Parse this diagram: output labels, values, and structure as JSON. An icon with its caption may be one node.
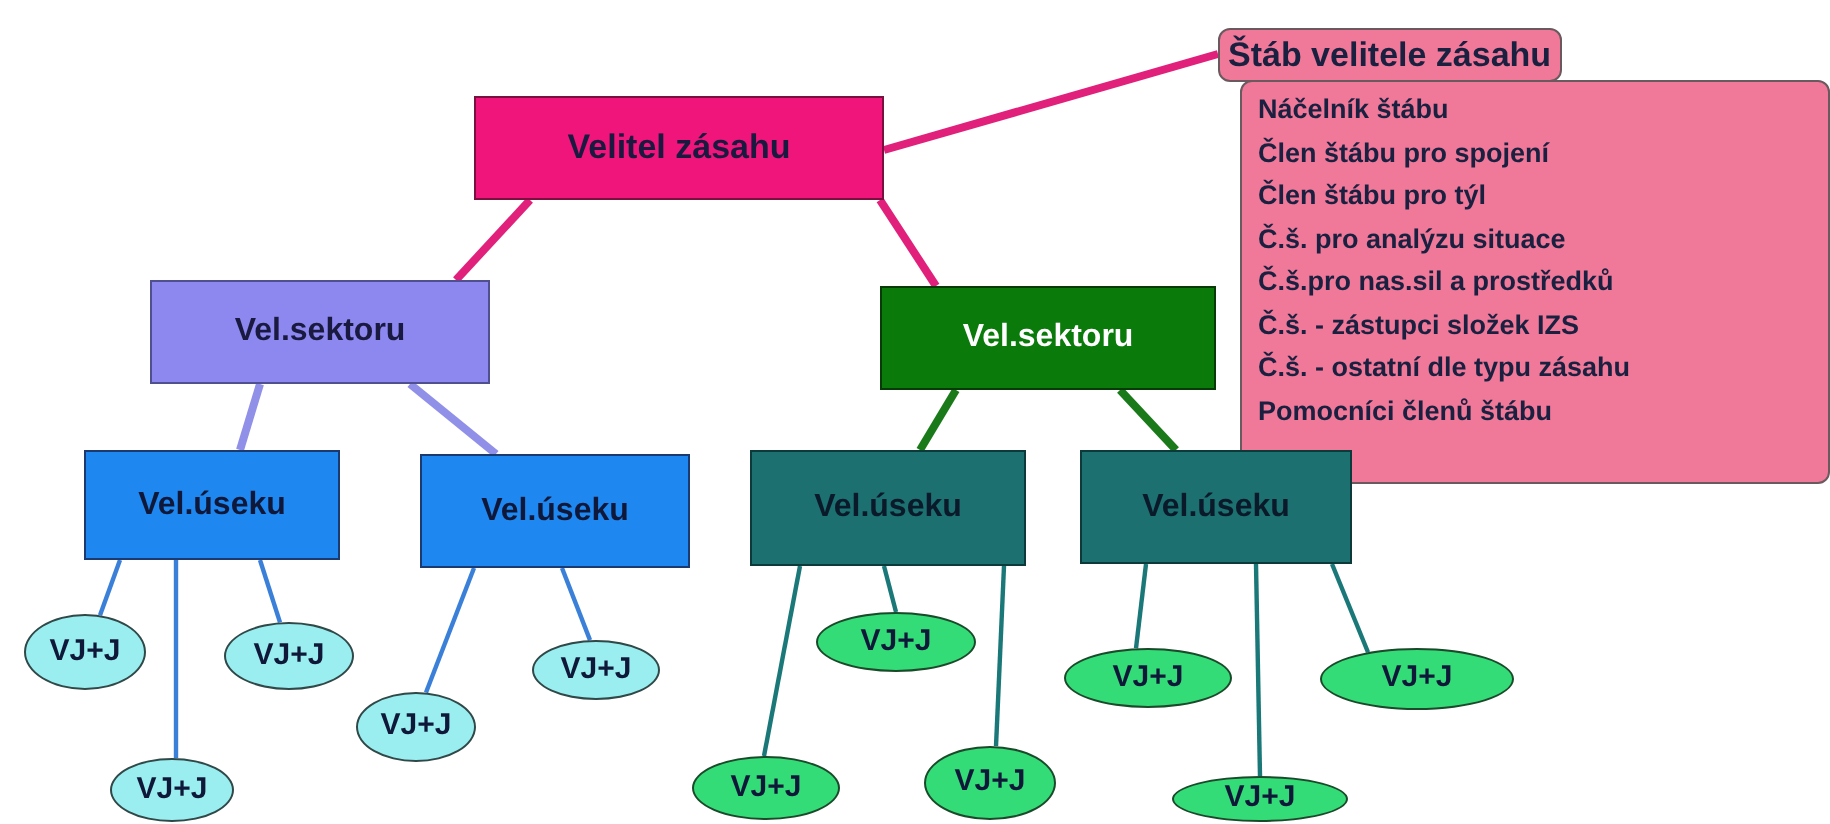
{
  "diagram": {
    "nodes": [
      {
        "text": [
          "Velitel zásahu"
        ]
      },
      {
        "text": [
          "Štáb velitele zásahu",
          "Náčelník štábu",
          "Člen štábu pro spojení",
          "Člen štábu pro týl",
          "Č.š. pro analýzu situace",
          "Č.š.pro nas.sil a prostředků",
          "Č.š. - zástupci složek IZS",
          "Č.š. - ostatní dle typu zásahu",
          "Pomocníci členů štábu"
        ]
      },
      {
        "text": [
          "Vel.sektoru"
        ]
      },
      {
        "text": [
          "Vel.sektoru"
        ]
      },
      {
        "text": [
          "Vel.úseku"
        ]
      },
      {
        "text": [
          "Vel.úseku"
        ]
      },
      {
        "text": [
          "Vel.úseku"
        ]
      },
      {
        "text": [
          "Vel.úseku"
        ]
      },
      {
        "text": [
          "VJ+J"
        ]
      },
      {
        "text": [
          "VJ+J"
        ]
      },
      {
        "text": [
          "VJ+J"
        ]
      },
      {
        "text": [
          "VJ+J"
        ]
      },
      {
        "text": [
          "VJ+J"
        ]
      },
      {
        "text": [
          "VJ+J"
        ]
      },
      {
        "text": [
          "VJ+J"
        ]
      },
      {
        "text": [
          "VJ+J"
        ]
      },
      {
        "text": [
          "VJ+J"
        ]
      },
      {
        "text": [
          "VJ+J"
        ]
      },
      {
        "text": [
          "VJ+J"
        ]
      }
    ],
    "edges": [
      {
        "from": 0,
        "to": 1,
        "arrow": "none",
        "style": "thick",
        "color": "#e0207a"
      },
      {
        "from": 0,
        "to": 2,
        "arrow": "none",
        "style": "thick",
        "color": "#e0207a"
      },
      {
        "from": 0,
        "to": 3,
        "arrow": "none",
        "style": "thick",
        "color": "#e0207a"
      },
      {
        "from": 2,
        "to": 4,
        "arrow": "none",
        "style": "thick",
        "color": "#9090e8"
      },
      {
        "from": 2,
        "to": 5,
        "arrow": "none",
        "style": "thick",
        "color": "#9090e8"
      },
      {
        "from": 3,
        "to": 6,
        "arrow": "none",
        "style": "thick",
        "color": "#1a7a1a"
      },
      {
        "from": 3,
        "to": 7,
        "arrow": "none",
        "style": "thick",
        "color": "#1a7a1a"
      },
      {
        "from": 4,
        "to": 8,
        "arrow": "none",
        "color": "#3a80d8"
      },
      {
        "from": 4,
        "to": 9,
        "arrow": "none",
        "color": "#3a80d8"
      },
      {
        "from": 4,
        "to": 10,
        "arrow": "none",
        "color": "#3a80d8"
      },
      {
        "from": 5,
        "to": 11,
        "arrow": "none",
        "color": "#3a80d8"
      },
      {
        "from": 5,
        "to": 12,
        "arrow": "none",
        "color": "#3a80d8"
      },
      {
        "from": 6,
        "to": 13,
        "arrow": "none"
      },
      {
        "from": 6,
        "to": 14,
        "arrow": "none"
      },
      {
        "from": 6,
        "to": 15,
        "arrow": "none"
      },
      {
        "from": 7,
        "to": 16,
        "arrow": "none"
      },
      {
        "from": 7,
        "to": 17,
        "arrow": "none"
      },
      {
        "from": 7,
        "to": 18,
        "arrow": "none"
      }
    ]
  }
}
